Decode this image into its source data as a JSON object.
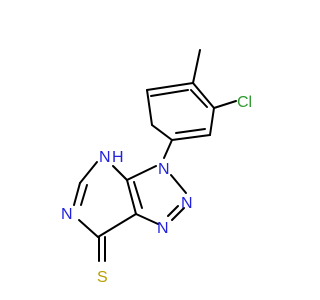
{
  "atoms": {
    "cl": {
      "text": "Cl",
      "color": "#2f9a2f"
    },
    "nh": {
      "text": "N",
      "hydrogen": "H",
      "color": "#2222dd"
    },
    "n_aryl": {
      "text": "N",
      "color": "#2222dd"
    },
    "n_mid": {
      "text": "N",
      "color": "#2222dd"
    },
    "n_low": {
      "text": "N",
      "color": "#2222dd"
    },
    "n_left": {
      "text": "N",
      "color": "#2222dd"
    },
    "s": {
      "text": "S",
      "color": "#b8a000"
    }
  },
  "colors": {
    "bond": "#000000",
    "background": "#ffffff"
  }
}
